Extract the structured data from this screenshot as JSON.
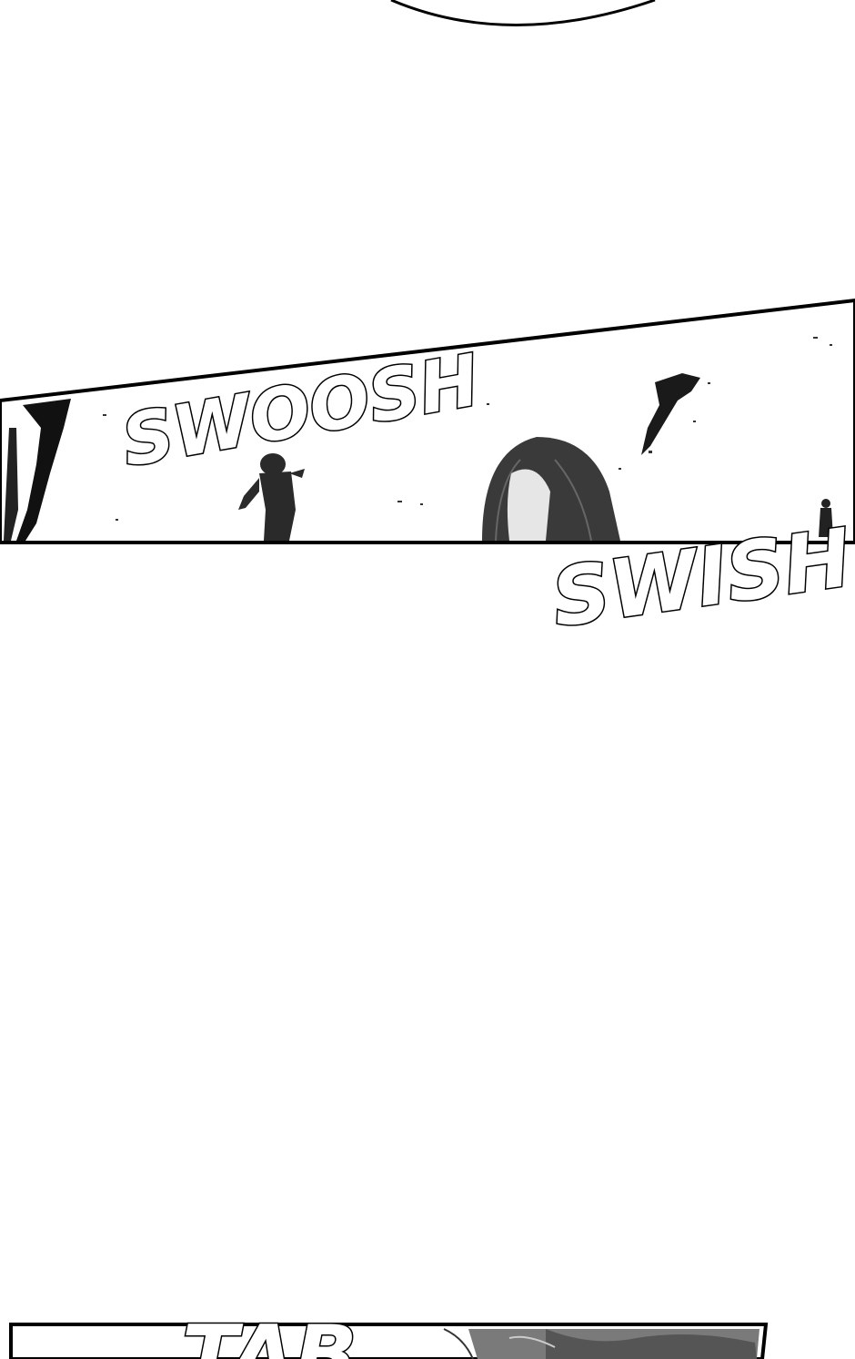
{
  "comic": {
    "sfx_swoosh": "SWOOSH",
    "sfx_swish": "SWISH",
    "sfx_bottom": "TAB"
  },
  "colors": {
    "page_bg": "#ffffff",
    "ink": "#000000",
    "mid_gray": "#555555"
  }
}
